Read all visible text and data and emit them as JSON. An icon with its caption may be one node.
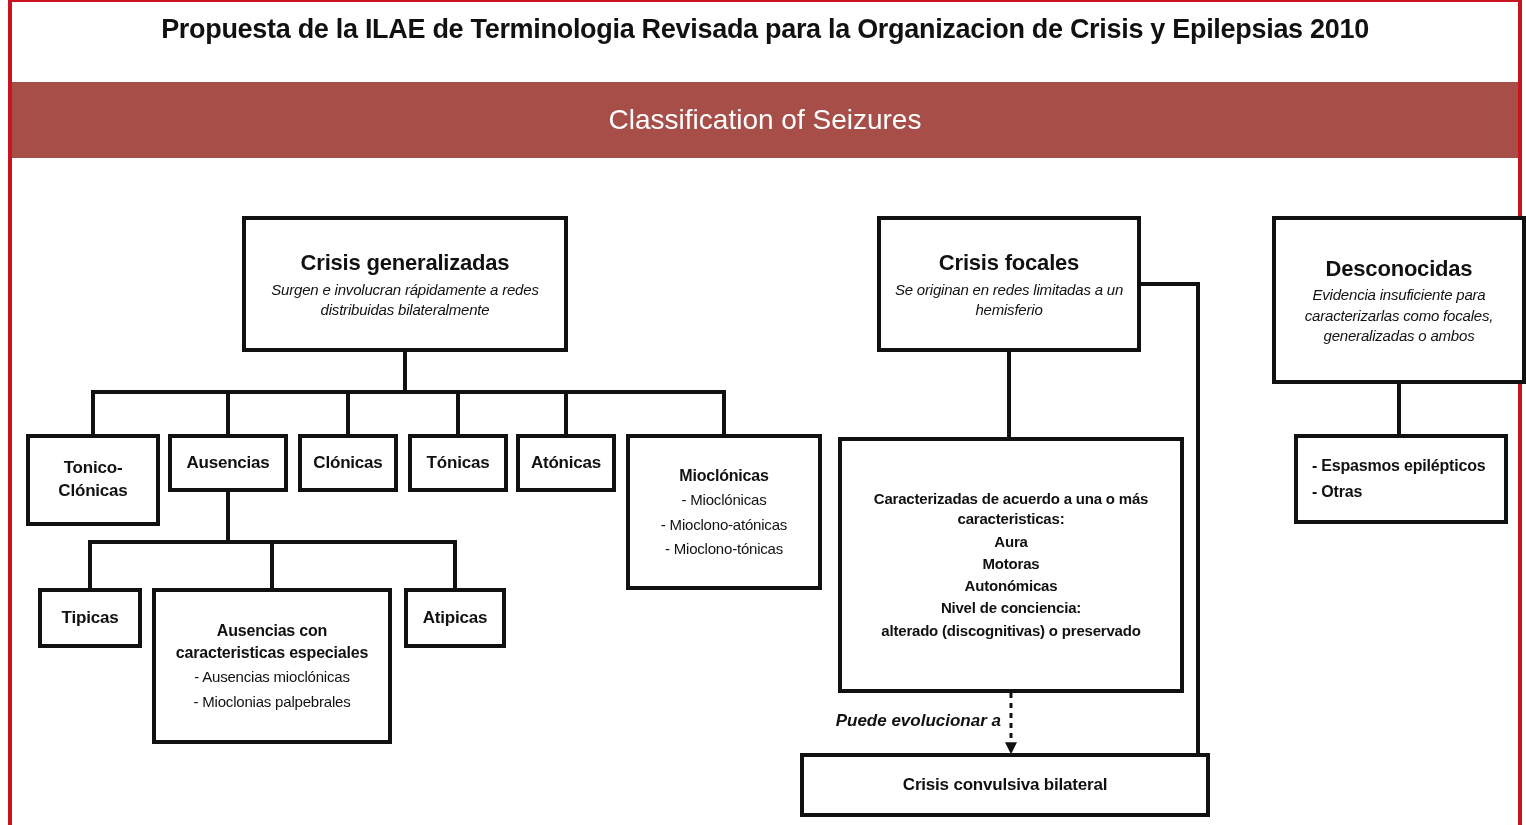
{
  "diagram": {
    "title": "Propuesta de la ILAE de Terminologia Revisada para la Organizacion de Crisis y Epilepsias 2010",
    "nodes": [
      {
        "text": [
          "Classification of Seizures"
        ]
      },
      {
        "text": [
          "Crisis generalizadas",
          "Surgen e involucran rápidamente a redes distribuidas bilateralmente"
        ]
      },
      {
        "text": [
          "Tonico-Clónicas"
        ]
      },
      {
        "text": [
          "Ausencias"
        ]
      },
      {
        "text": [
          "Clónicas"
        ]
      },
      {
        "text": [
          "Tónicas"
        ]
      },
      {
        "text": [
          "Atónicas"
        ]
      },
      {
        "text": [
          "Mioclónicas",
          "- Mioclónicas",
          "- Mioclono-atónicas",
          "- Mioclono-tónicas"
        ]
      },
      {
        "text": [
          "Tipicas"
        ]
      },
      {
        "text": [
          "Ausencias con caracteristicas especiales",
          "- Ausencias mioclónicas",
          "- Mioclonias palpebrales"
        ]
      },
      {
        "text": [
          "Atipicas"
        ]
      },
      {
        "text": [
          "Crisis focales",
          "Se originan en redes limitadas a un hemisferio"
        ]
      },
      {
        "text": [
          "Caracterizadas de acuerdo a una o más caracteristicas:",
          "Aura",
          "Motoras",
          "Autonómicas",
          "Nivel de conciencia:",
          "alterado (discognitivas) o preservado"
        ]
      },
      {
        "text": [
          "Crisis convulsiva bilateral"
        ]
      },
      {
        "text": [
          "Desconocidas",
          "Evidencia insuficiente para caracterizarlas como focales, generalizadas o ambos"
        ]
      },
      {
        "text": [
          "- Espasmos epilépticos",
          "- Otras"
        ]
      }
    ],
    "edges": [
      {
        "from": 1,
        "to": 2,
        "arrow": "none"
      },
      {
        "from": 1,
        "to": 3,
        "arrow": "none"
      },
      {
        "from": 1,
        "to": 4,
        "arrow": "none"
      },
      {
        "from": 1,
        "to": 5,
        "arrow": "none"
      },
      {
        "from": 1,
        "to": 6,
        "arrow": "none"
      },
      {
        "from": 1,
        "to": 7,
        "arrow": "none"
      },
      {
        "from": 3,
        "to": 8,
        "arrow": "none"
      },
      {
        "from": 3,
        "to": 9,
        "arrow": "none"
      },
      {
        "from": 3,
        "to": 10,
        "arrow": "none"
      },
      {
        "from": 11,
        "to": 12,
        "arrow": "none"
      },
      {
        "from": 12,
        "to": 13,
        "arrow": "to",
        "style": "dashed",
        "label": "Puede evolucionar a"
      },
      {
        "from": 11,
        "to": 13,
        "arrow": "none"
      },
      {
        "from": 14,
        "to": 15,
        "arrow": "none"
      }
    ]
  }
}
